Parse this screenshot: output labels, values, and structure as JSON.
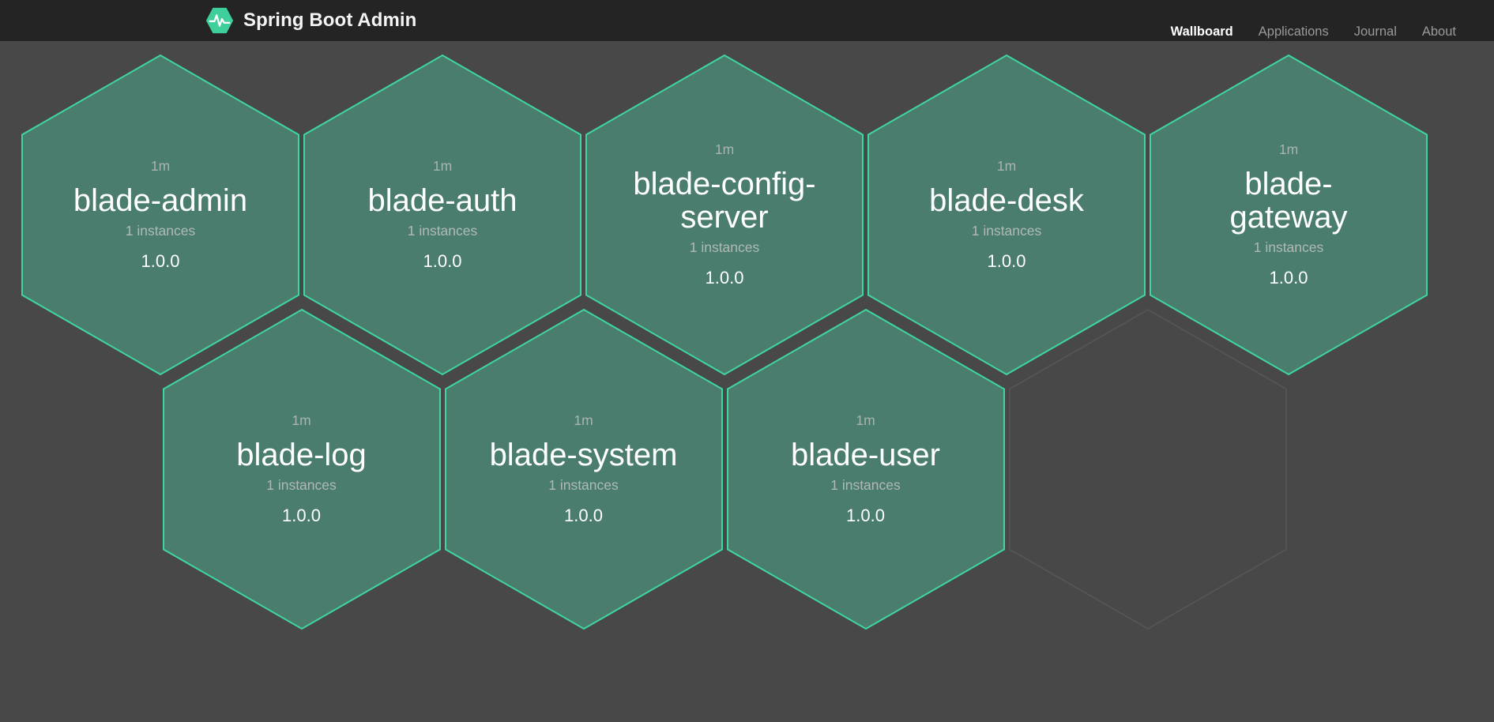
{
  "brand": {
    "title": "Spring Boot Admin",
    "logo_icon": "heartbeat-hexagon-icon",
    "logo_color": "#3ecf9b"
  },
  "nav": {
    "items": [
      {
        "label": "Wallboard",
        "active": true
      },
      {
        "label": "Applications",
        "active": false
      },
      {
        "label": "Journal",
        "active": false
      },
      {
        "label": "About",
        "active": false
      }
    ]
  },
  "theme": {
    "navbar_bg": "#242424",
    "page_bg": "#484848",
    "hex_fill_up": "#4a7d6e",
    "hex_stroke_up": "#3fd6a0",
    "placeholder_stroke": "#565656",
    "text_primary": "#ffffff",
    "text_muted": "#a9b4b0"
  },
  "wallboard": {
    "applications": [
      {
        "duration": "1m",
        "name": "blade-admin",
        "instances": "1 instances",
        "version": "1.0.0",
        "status": "UP",
        "row": 0,
        "col": 0
      },
      {
        "duration": "1m",
        "name": "blade-auth",
        "instances": "1 instances",
        "version": "1.0.0",
        "status": "UP",
        "row": 0,
        "col": 1
      },
      {
        "duration": "1m",
        "name": "blade-config-server",
        "instances": "1 instances",
        "version": "1.0.0",
        "status": "UP",
        "row": 0,
        "col": 2
      },
      {
        "duration": "1m",
        "name": "blade-desk",
        "instances": "1 instances",
        "version": "1.0.0",
        "status": "UP",
        "row": 0,
        "col": 3
      },
      {
        "duration": "1m",
        "name": "blade-gateway",
        "instances": "1 instances",
        "version": "1.0.0",
        "status": "UP",
        "row": 0,
        "col": 4
      },
      {
        "duration": "1m",
        "name": "blade-log",
        "instances": "1 instances",
        "version": "1.0.0",
        "status": "UP",
        "row": 1,
        "col": 0
      },
      {
        "duration": "1m",
        "name": "blade-system",
        "instances": "1 instances",
        "version": "1.0.0",
        "status": "UP",
        "row": 1,
        "col": 1
      },
      {
        "duration": "1m",
        "name": "blade-user",
        "instances": "1 instances",
        "version": "1.0.0",
        "status": "UP",
        "row": 1,
        "col": 2
      }
    ],
    "placeholders": [
      {
        "row": 1,
        "col": 3
      }
    ]
  }
}
